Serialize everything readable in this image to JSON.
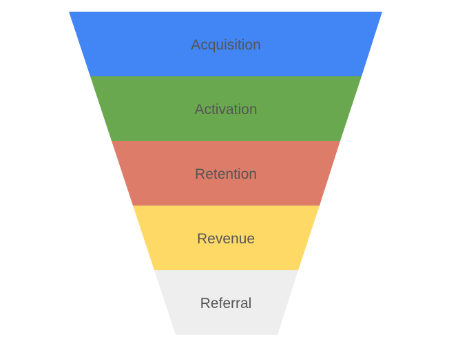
{
  "funnel": {
    "stages": [
      {
        "label": "Acquisition",
        "color": "#4285F4"
      },
      {
        "label": "Activation",
        "color": "#6AA84F"
      },
      {
        "label": "Retention",
        "color": "#DE7C6A"
      },
      {
        "label": "Revenue",
        "color": "#FFD966"
      },
      {
        "label": "Referral",
        "color": "#EEEEEE"
      }
    ]
  }
}
